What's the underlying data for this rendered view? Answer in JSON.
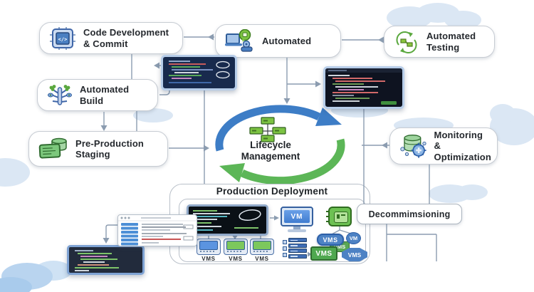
{
  "nodes": {
    "code_dev": {
      "label": "Code Development\n& Commit"
    },
    "automated": {
      "label": "Automated"
    },
    "automated_testing": {
      "label": "Automated\nTesting"
    },
    "automated_build": {
      "label": "Automated\nBuild"
    },
    "pre_production": {
      "label": "Pre-Production\nStaging"
    },
    "lifecycle": {
      "label": "Lifecycle\nManagement"
    },
    "monitoring": {
      "label": "Monitoring &\nOptimization"
    },
    "decommissioning": {
      "label": "Decommimsioning"
    }
  },
  "production": {
    "title": "Production Deployment",
    "vm_monitor": {
      "label": "VM"
    },
    "servers": [
      {
        "label": "VMS"
      },
      {
        "label": "VMS"
      },
      {
        "label": "VMS"
      }
    ],
    "cluster": [
      {
        "label": "VMS",
        "shape": "rounded-rect",
        "color": "blue"
      },
      {
        "label": "VMS",
        "shape": "box",
        "color": "green"
      },
      {
        "label": "VM",
        "shape": "circle",
        "color": "blue"
      },
      {
        "label": "VMS",
        "shape": "cube-3d",
        "color": "green"
      },
      {
        "label": "VMS",
        "shape": "octagon",
        "color": "blue"
      }
    ]
  },
  "icons": {
    "code_dev": "code-chip-icon",
    "automated": "laptop-assistant-icon",
    "automated_testing": "sync-arrows-icon",
    "automated_build": "branch-tree-icon",
    "pre_production": "staging-database-icon",
    "monitoring": "database-gear-icon",
    "lifecycle_center": "hierarchy-icon",
    "vm": "vm-monitor-icon",
    "chip": "cpu-chip-icon",
    "rack": "server-rack-icon"
  },
  "colors": {
    "cycle_blue": "#3d7dc6",
    "cycle_green": "#5cb657",
    "connector": "#8b9cb0",
    "node_border": "#c7ccd3",
    "accent_blue": "#4a7fc1",
    "accent_green": "#5aa83e",
    "cloud": "#dbe7f4"
  }
}
